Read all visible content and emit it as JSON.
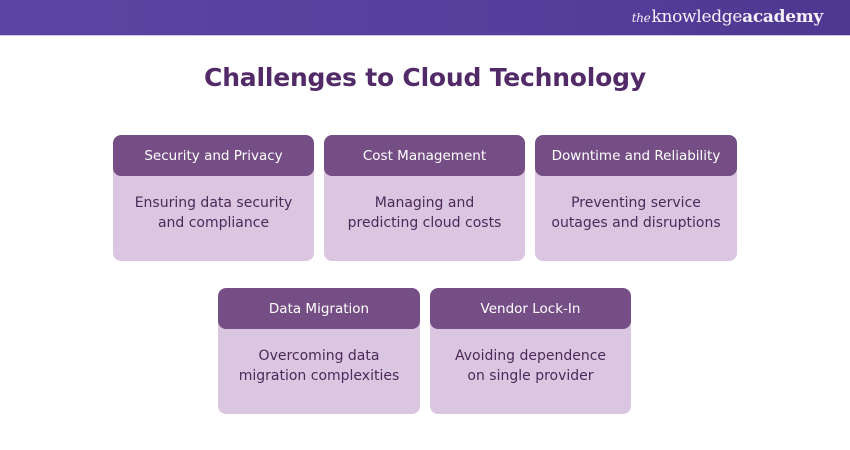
{
  "brand": {
    "prefix": "the",
    "word1": "knowledge",
    "word2": "academy"
  },
  "title": "Challenges to Cloud Technology",
  "colors": {
    "banner": "#553f9c",
    "title": "#532a68",
    "card_header": "#754e85",
    "card_body": "#dbc6e1",
    "card_text": "#4a2a58"
  },
  "cards": [
    {
      "heading": "Security and Privacy",
      "line1": "Ensuring data security",
      "line2": "and compliance"
    },
    {
      "heading": "Cost Management",
      "line1": "Managing and",
      "line2": "predicting cloud costs"
    },
    {
      "heading": "Downtime and Reliability",
      "line1": "Preventing service",
      "line2": "outages and disruptions"
    },
    {
      "heading": "Data Migration",
      "line1": "Overcoming data",
      "line2": "migration complexities"
    },
    {
      "heading": "Vendor Lock-In",
      "line1": "Avoiding dependence",
      "line2": "on single provider"
    }
  ]
}
